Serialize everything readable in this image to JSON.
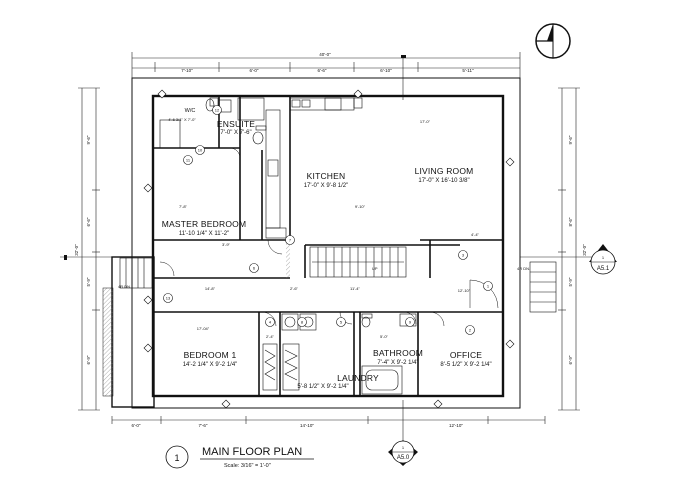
{
  "drawing": {
    "title": "MAIN FLOOR PLAN",
    "scale": "Scale: 3/16\" = 1'-0\"",
    "number": "1"
  },
  "rooms": [
    {
      "name": "ENSUITE",
      "size": "7'-0\" X 7'-6\""
    },
    {
      "name": "KITCHEN",
      "size": "17'-0\" X 9'-8 1/2\""
    },
    {
      "name": "LIVING ROOM",
      "size": "17'-0\" X 16'-10 3/8\""
    },
    {
      "name": "MASTER BEDROOM",
      "size": "11'-10 1/4\" X 11'-2\""
    },
    {
      "name": "BEDROOM 1",
      "size": "14'-2 1/4\" X 9'-2 1/4\""
    },
    {
      "name": "BATHROOM",
      "size": "7'-4\" X 9'-2 1/4\""
    },
    {
      "name": "OFFICE",
      "size": "8'-5 1/2\" X 9'-2 1/4\""
    },
    {
      "name": "LAUNDRY",
      "size": "5'-8 1/2\" X 9'-2 1/4\""
    }
  ],
  "small_labels": {
    "wic": "W/C",
    "wic_size": "4'-6 3/4\" X 7'-0\"",
    "up_stair": "UP",
    "dn_left": "4R DN.",
    "dn_right": "4R DN."
  },
  "section_markers": [
    {
      "number": "1",
      "sheet": "A5.1"
    },
    {
      "number": "1",
      "sheet": "A5.0"
    }
  ],
  "dimensions": {
    "top_overall": "40'-0\"",
    "top_chain": [
      "7'-10\"",
      "6'-0\"",
      "6'-6\"",
      "6'-10\"",
      "5'-11\""
    ],
    "bottom_chain": [
      "6'-0\"",
      "7'-6\"",
      "14'-10\"",
      "12'-10\""
    ],
    "left_chain": [
      "9'-6\"",
      "6'-6\"",
      "5'-9\"",
      "6'-9\""
    ],
    "left_overall": "32'-0\"",
    "right_chain": [
      "9'-6\"",
      "8'-6\"",
      "5'-9\"",
      "6'-9\""
    ],
    "right_overall": "32'-0\"",
    "interior": [
      "7'-8\"",
      "17'-0\"",
      "3'-9\"",
      "11'-4\"",
      "17'-04\"",
      "4'-4\"",
      "2'-6\"",
      "2'-4\"",
      "9'-10\"",
      "14'-8\"",
      "12'-10\"",
      "5'-0\""
    ]
  },
  "tags": [
    "1",
    "2",
    "3",
    "4",
    "5",
    "6",
    "7",
    "8",
    "9",
    "10",
    "11",
    "12",
    "13"
  ]
}
